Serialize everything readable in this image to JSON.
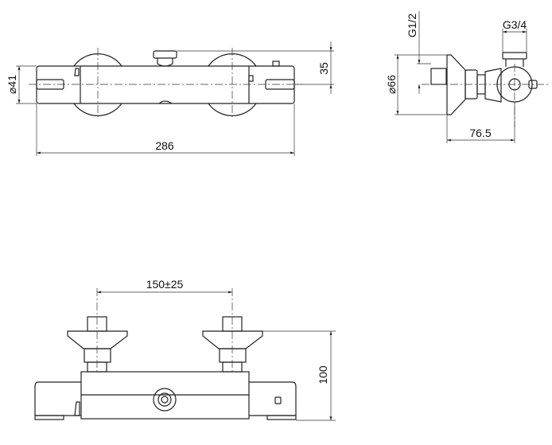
{
  "drawing": {
    "top_view": {
      "dim_diameter": "⌀41",
      "dim_height": "35",
      "dim_length": "286"
    },
    "side_view": {
      "dim_thread_inlet": "G1/2",
      "dim_thread_outlet": "G3/4",
      "dim_flange_diameter": "⌀66",
      "dim_depth": "76.5"
    },
    "front_view": {
      "dim_spacing": "150±25",
      "dim_height": "100"
    },
    "line_color": "#222222"
  }
}
